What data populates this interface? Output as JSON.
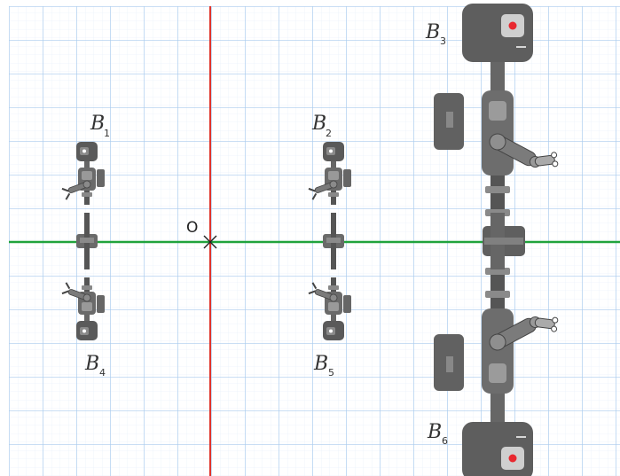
{
  "origin": {
    "label": "O"
  },
  "colors": {
    "grid_minor": "#e6f0fb",
    "grid_major": "#a9cbee",
    "vertical_axis": "#e0342b",
    "horizontal_axis": "#20a33c",
    "robot_dark": "#555555",
    "robot_mid": "#777777",
    "robot_light": "#9a9a9a",
    "sensor_red": "#e8282f"
  },
  "robots": [
    {
      "id": "b1",
      "script": "B",
      "index": "1"
    },
    {
      "id": "b2",
      "script": "B",
      "index": "2"
    },
    {
      "id": "b3",
      "script": "B",
      "index": "3"
    },
    {
      "id": "b4",
      "script": "B",
      "index": "4"
    },
    {
      "id": "b5",
      "script": "B",
      "index": "5"
    },
    {
      "id": "b6",
      "script": "B",
      "index": "6"
    }
  ]
}
